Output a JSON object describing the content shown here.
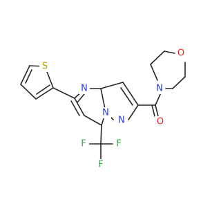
{
  "atoms": {
    "S": {
      "label": "S",
      "color": "#b8a200"
    },
    "O_ring": {
      "label": "O",
      "color": "#e8231f"
    },
    "O_carbonyl": {
      "label": "O",
      "color": "#e8231f"
    },
    "N_morph": {
      "label": "N",
      "color": "#2a39d8"
    },
    "N_pyr": {
      "label": "N",
      "color": "#2a39d8"
    },
    "N_bridge": {
      "label": "N",
      "color": "#2a39d8"
    },
    "N_pz": {
      "label": "N",
      "color": "#2a39d8"
    },
    "F_top": {
      "label": "F",
      "color": "#3aa346"
    },
    "F_left": {
      "label": "F",
      "color": "#3aa346"
    },
    "F_right": {
      "label": "F",
      "color": "#3aa346"
    }
  }
}
